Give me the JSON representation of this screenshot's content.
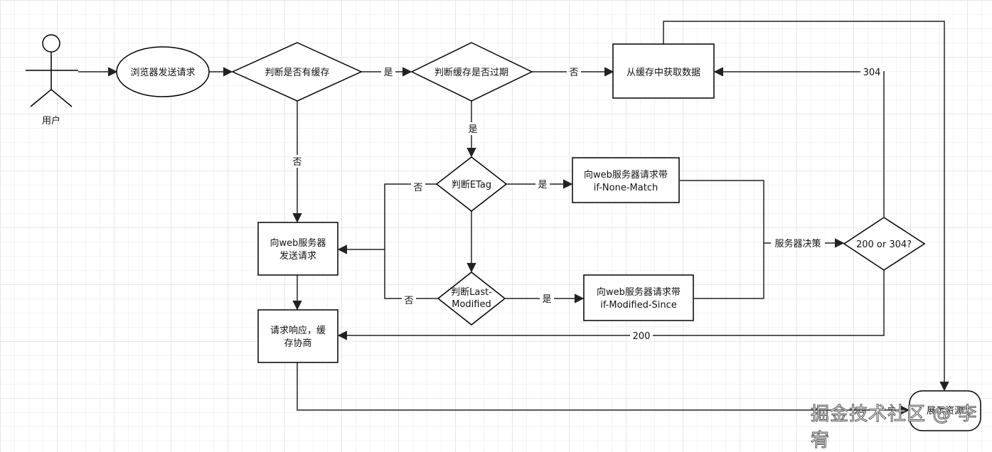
{
  "actor": {
    "label": "用户"
  },
  "nodes": {
    "browser_send": "浏览器发送请求",
    "has_cache": "判断是否有缓存",
    "is_expired": "判断缓存是否过期",
    "get_from_cache": "从缓存中获取数据",
    "etag": "判断ETag",
    "req_if_none_match": [
      "向web服务器请求带",
      "if-None-Match"
    ],
    "last_modified": [
      "判断Last-",
      "Modified"
    ],
    "req_if_modified_since": [
      "向web服务器请求带",
      "if-Modified-Since"
    ],
    "send_to_server": [
      "向web服务器",
      "发送请求"
    ],
    "response_negotiate": [
      "请求响应，缓",
      "存协商"
    ],
    "status_decision": "200 or 304?",
    "end_node": "展示资源"
  },
  "edge_labels": {
    "cache_yes": "是",
    "expired_no": "否",
    "expired_yes": "是",
    "cache_no": "否",
    "etag_no": "否",
    "etag_yes": "是",
    "lm_no": "否",
    "lm_yes": "是",
    "server_decides": "服务器决策",
    "code_304": "304",
    "code_200": "200"
  },
  "watermark": "掘金技术社区 @ 李宥"
}
